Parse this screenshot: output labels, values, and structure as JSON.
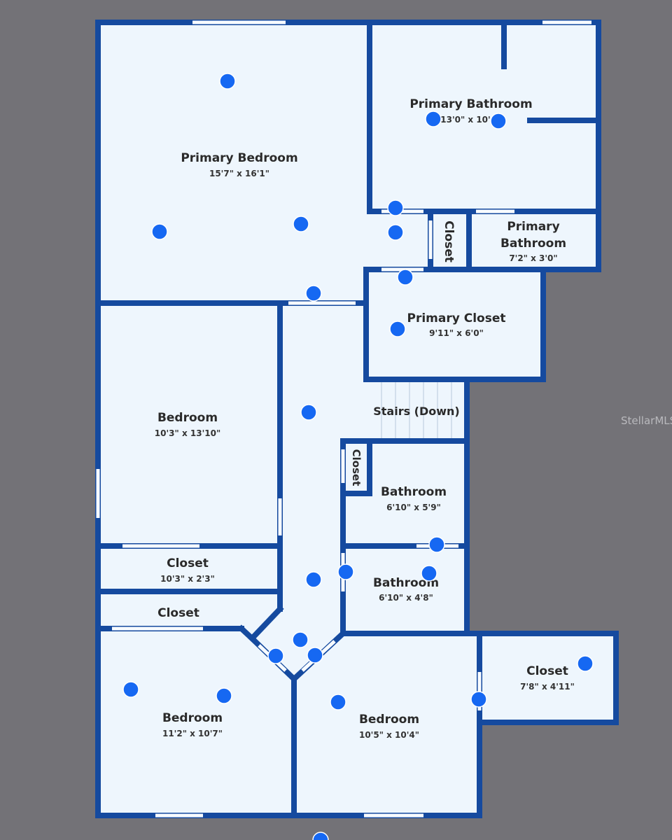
{
  "watermark": "StellarMLS",
  "rooms": {
    "primary_bedroom": {
      "name": "Primary Bedroom",
      "dim": "15'7\" x 16'1\""
    },
    "primary_bathroom": {
      "name": "Primary Bathroom",
      "dim": "13'0\" x 10'"
    },
    "closet_small": {
      "name": "Closet"
    },
    "primary_bathroom_2": {
      "name_line1": "Primary",
      "name_line2": "Bathroom",
      "dim": "7'2\" x 3'0\""
    },
    "primary_closet": {
      "name": "Primary Closet",
      "dim": "9'11\" x 6'0\""
    },
    "stairs": {
      "name": "Stairs (Down)"
    },
    "bedroom_1": {
      "name": "Bedroom",
      "dim": "10'3\" x 13'10\""
    },
    "closet_hall": {
      "name": "Closet"
    },
    "bathroom_1": {
      "name": "Bathroom",
      "dim": "6'10\" x 5'9\""
    },
    "closet_1": {
      "name": "Closet",
      "dim": "10'3\" x 2'3\""
    },
    "bathroom_2": {
      "name": "Bathroom",
      "dim": "6'10\" x 4'8\""
    },
    "closet_2": {
      "name": "Closet"
    },
    "bedroom_2": {
      "name": "Bedroom",
      "dim": "11'2\" x 10'7\""
    },
    "bedroom_3": {
      "name": "Bedroom",
      "dim": "10'5\" x 10'4\""
    },
    "closet_3": {
      "name": "Closet",
      "dim": "7'8\" x 4'11\""
    }
  },
  "colors": {
    "wall": "#154a9f",
    "floor": "#eef6fd",
    "marker": "#1668f2",
    "background": "#737277"
  }
}
